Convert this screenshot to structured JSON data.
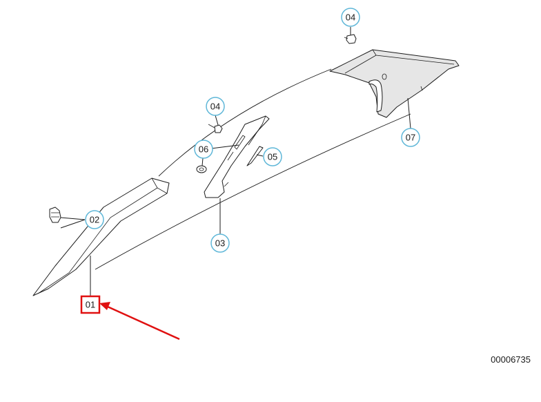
{
  "callouts": {
    "c01": "01",
    "c02": "02",
    "c03": "03",
    "c04_top": "04",
    "c04_mid": "04",
    "c05": "05",
    "c06": "06",
    "c07": "07"
  },
  "reference_number": "00006735",
  "colors": {
    "callout_ring": "#5fb7d8",
    "highlight": "#e01010",
    "line": "#1a1a1a",
    "panel_fill": "#e6e6e6"
  }
}
